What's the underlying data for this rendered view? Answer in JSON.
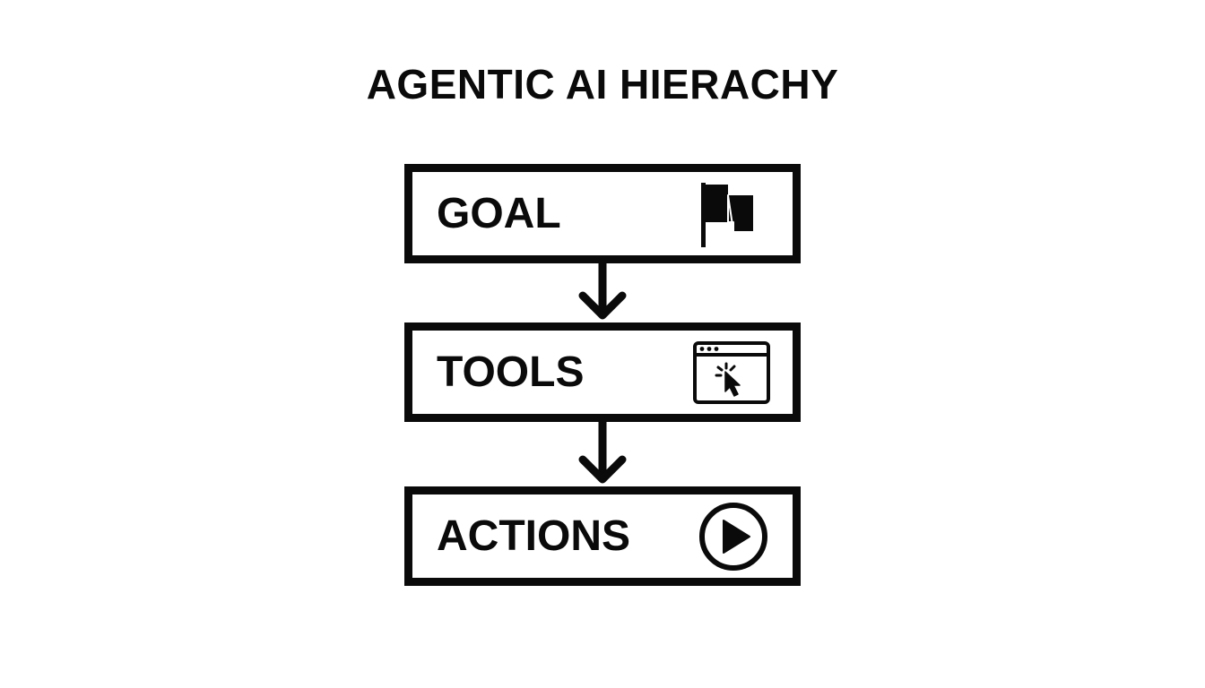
{
  "diagram": {
    "title": "AGENTIC AI HIERACHY",
    "nodes": [
      {
        "label": "GOAL",
        "icon": "flag-icon"
      },
      {
        "label": "TOOLS",
        "icon": "browser-cursor-icon"
      },
      {
        "label": "ACTIONS",
        "icon": "play-icon"
      }
    ],
    "edges": [
      {
        "from": "GOAL",
        "to": "TOOLS"
      },
      {
        "from": "TOOLS",
        "to": "ACTIONS"
      }
    ],
    "colors": {
      "stroke": "#0a0a0a",
      "background": "#ffffff"
    }
  }
}
